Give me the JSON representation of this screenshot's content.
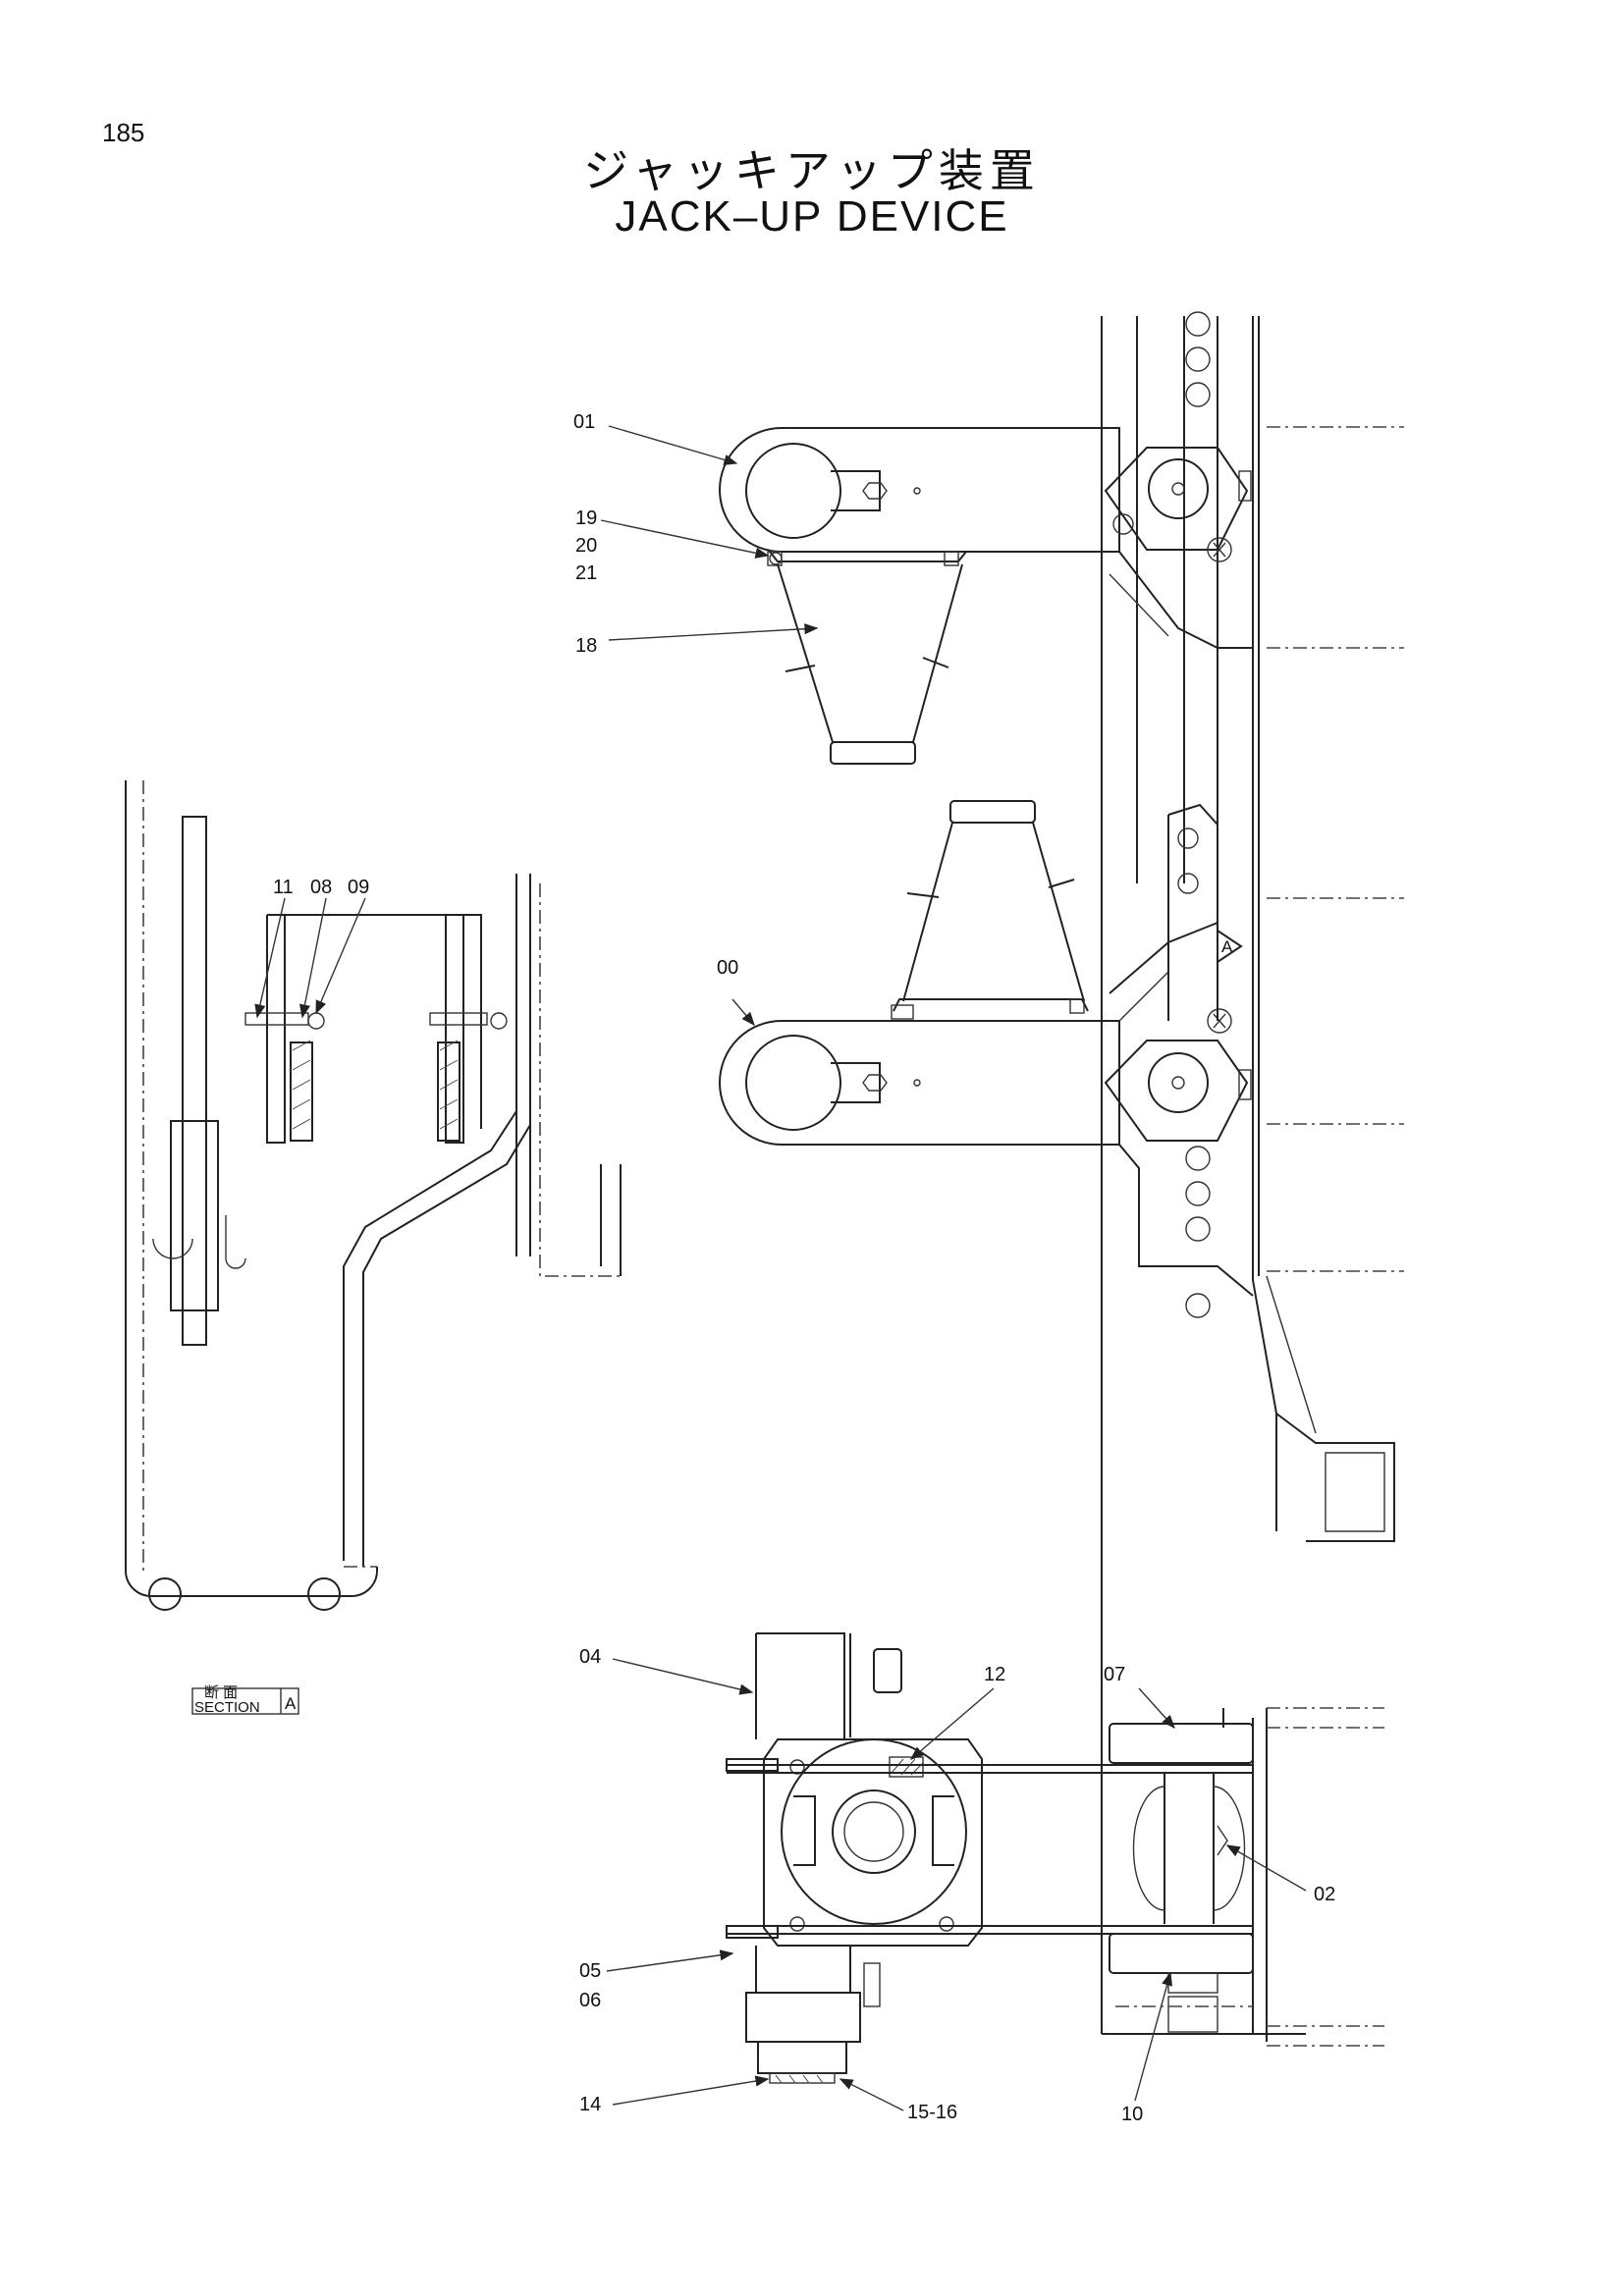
{
  "page_number": "185",
  "title_jp": "ジャッキアップ装置",
  "title_en": "JACK–UP DEVICE",
  "section_label": {
    "kanji": "断 面",
    "text": "SECTION",
    "letter": "A"
  },
  "view_marker": "A",
  "callouts": [
    {
      "id": "c01",
      "text": "01"
    },
    {
      "id": "c19",
      "text": "19"
    },
    {
      "id": "c20",
      "text": "20"
    },
    {
      "id": "c21",
      "text": "21"
    },
    {
      "id": "c18",
      "text": "18"
    },
    {
      "id": "c11",
      "text": "11"
    },
    {
      "id": "c08",
      "text": "08"
    },
    {
      "id": "c09",
      "text": "09"
    },
    {
      "id": "c00",
      "text": "00"
    },
    {
      "id": "c04",
      "text": "04"
    },
    {
      "id": "c12",
      "text": "12"
    },
    {
      "id": "c07",
      "text": "07"
    },
    {
      "id": "c02",
      "text": "02"
    },
    {
      "id": "c05",
      "text": "05"
    },
    {
      "id": "c06",
      "text": "06"
    },
    {
      "id": "c14",
      "text": "14"
    },
    {
      "id": "c15",
      "text": "15-16"
    },
    {
      "id": "c10",
      "text": "10"
    }
  ]
}
